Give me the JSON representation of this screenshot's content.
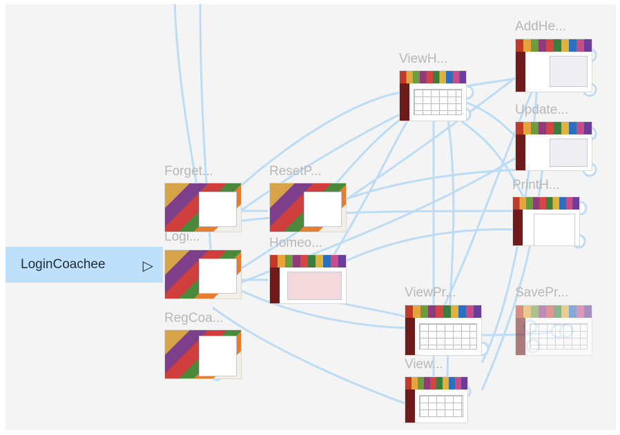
{
  "start_frame": {
    "label": "LoginCoachee",
    "icon": "play-outline-icon"
  },
  "frames": [
    {
      "id": "forget",
      "label": "Forget..."
    },
    {
      "id": "reset",
      "label": "ResetP..."
    },
    {
      "id": "login",
      "label": "Logi..."
    },
    {
      "id": "home",
      "label": "Homeo..."
    },
    {
      "id": "regcoachee",
      "label": "RegCoa..."
    },
    {
      "id": "viewh",
      "label": "ViewH..."
    },
    {
      "id": "addhe",
      "label": "AddHe..."
    },
    {
      "id": "update",
      "label": "Update..."
    },
    {
      "id": "print",
      "label": "PrintH..."
    },
    {
      "id": "viewpr",
      "label": "ViewPr..."
    },
    {
      "id": "savepr",
      "label": "SavePr..."
    },
    {
      "id": "view2",
      "label": "View..."
    }
  ],
  "colors": {
    "wire": "#bcdcf6",
    "canvas": "#f4f4f4",
    "start": "#bfe0fa"
  }
}
